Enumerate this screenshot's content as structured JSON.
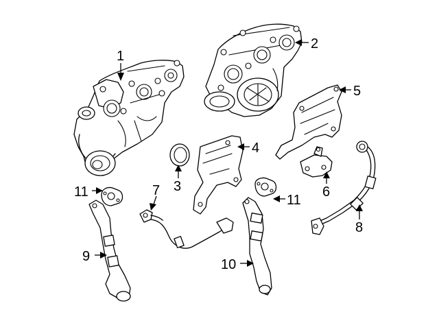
{
  "callouts": {
    "c1": "1",
    "c2": "2",
    "c3": "3",
    "c4": "4",
    "c5": "5",
    "c6": "6",
    "c7": "7",
    "c8": "8",
    "c9": "9",
    "c10": "10",
    "c11a": "11",
    "c11b": "11"
  },
  "colors": {
    "line": "#000000",
    "background": "#ffffff"
  }
}
